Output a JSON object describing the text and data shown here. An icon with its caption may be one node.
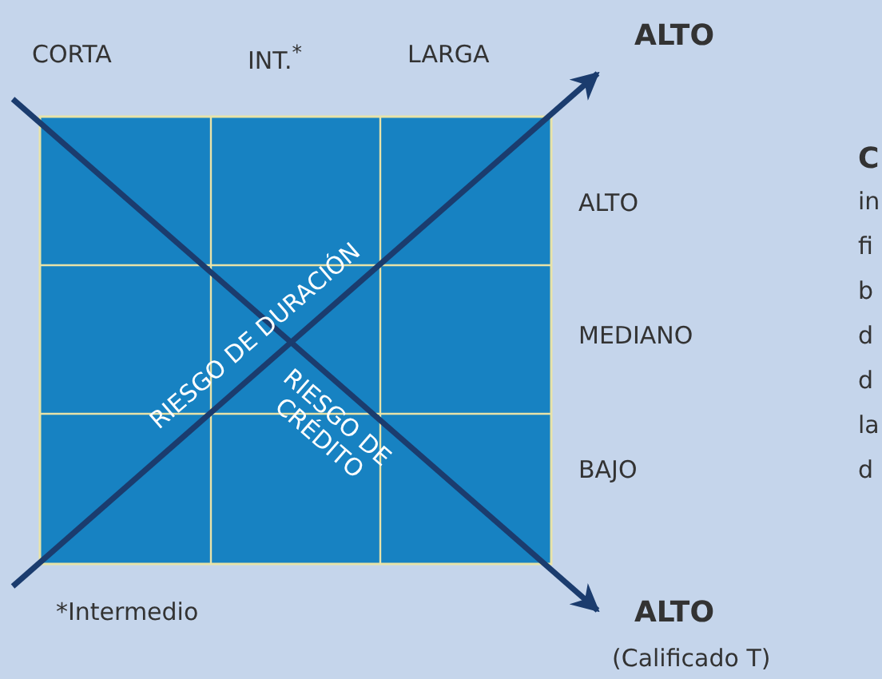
{
  "diagram": {
    "labels": [
      "CORTA",
      "INT.$^{*}$",
      "LARGA",
      "ALTO",
      "C",
      "ALTO",
      "in",
      "fi",
      "b",
      "MEDIANO",
      "d",
      "d",
      "la",
      "BAJO",
      "d",
      "RIESGO DE DURACIÓN",
      "RIESGO DE CRÉDITO",
      "*Intermedio",
      "ALTO",
      "(Calificado T)"
    ]
  }
}
